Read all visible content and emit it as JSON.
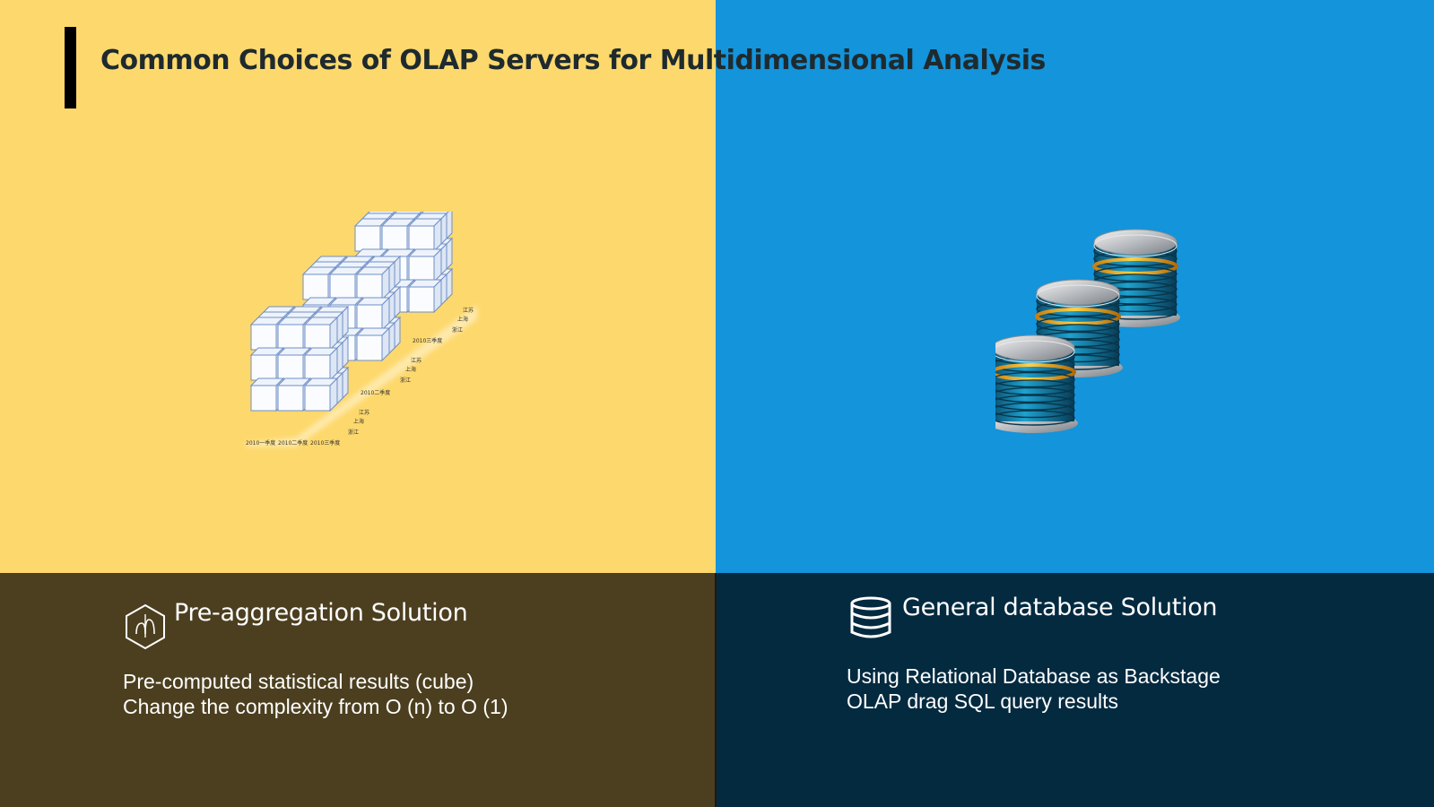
{
  "slide": {
    "title": "Common Choices of OLAP Servers for Multidimensional Analysis"
  },
  "cube_labels": {
    "q1": "2010一季度",
    "q2": "2010二季度",
    "q3": "2010三季度",
    "r1": "江苏",
    "r2": "上海",
    "r3": "浙江"
  },
  "left": {
    "icon": "aggregation-hexagon-icon",
    "title": "Pre-aggregation Solution",
    "lines": [
      "Pre-computed statistical results (cube)",
      "Change the complexity from O (n) to O (1)"
    ]
  },
  "right": {
    "icon": "database-icon",
    "title": "General database Solution",
    "lines": [
      "Using Relational Database as Backstage",
      "OLAP drag SQL query results"
    ]
  },
  "colors": {
    "top_left": "#FDD86C",
    "top_right": "#1394DB",
    "bottom_left": "#4C3F1F",
    "bottom_right": "#042A40"
  }
}
